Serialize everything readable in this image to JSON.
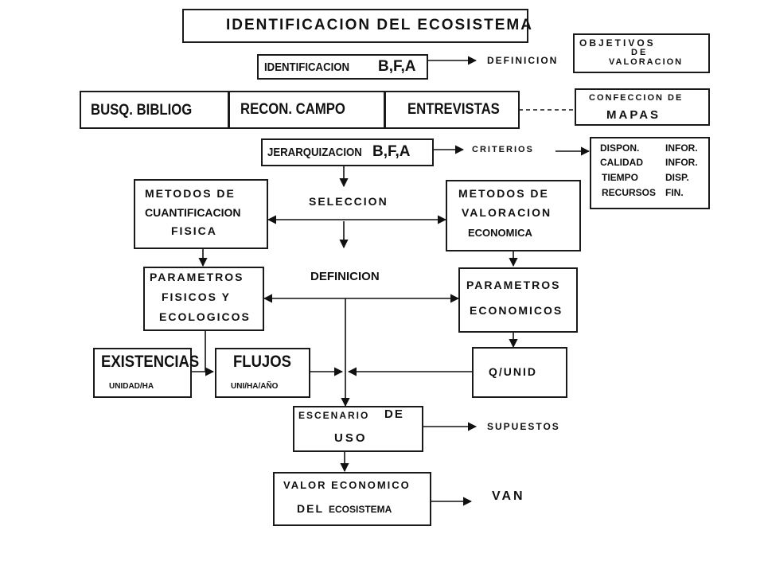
{
  "title": "IDENTIFICACION DEL ECOSISTEMA",
  "objetivos": {
    "line1": "OBJETIVOS",
    "line2": "DE",
    "line3": "VALORACION"
  },
  "identificacion": {
    "label": "IDENTIFICACION",
    "bfa": "B,F,A"
  },
  "definicion_top": "DEFINICION",
  "busq": "BUSQ.  BIBLIOG",
  "recon": "RECON.  CAMPO",
  "entrevistas": "ENTREVISTAS",
  "confeccion": {
    "line1": "CONFECCION  DE",
    "line2": "MAPAS"
  },
  "jerarquizacion": {
    "label": "JERARQUIZACION",
    "bfa": "B,F,A"
  },
  "criterios": "CRITERIOS",
  "criterios_box": {
    "rows": [
      [
        "DISPON.",
        "INFOR."
      ],
      [
        "CALIDAD",
        "INFOR."
      ],
      [
        "TIEMPO",
        "DISP."
      ],
      [
        "RECURSOS",
        "FIN."
      ]
    ]
  },
  "seleccion": "SELECCION",
  "metodos_fisica": {
    "line1": "METODOS  DE",
    "line2": "CUANTIFICACION",
    "line3": "FISICA"
  },
  "metodos_economica": {
    "line1": "METODOS  DE",
    "line2": "VALORACION",
    "line3": "ECONOMICA"
  },
  "definicion_mid": "DEFINICION",
  "parametros_fisicos": {
    "line1": "PARAMETROS",
    "line2": "FISICOS  Y",
    "line3": "ECOLOGICOS"
  },
  "parametros_economicos": {
    "line1": "PARAMETROS",
    "line2": "ECONOMICOS"
  },
  "existencias": {
    "label": "EXISTENCIAS",
    "unit": "UNIDAD/HA"
  },
  "flujos": {
    "label": "FLUJOS",
    "unit": "UNI/HA/AÑO"
  },
  "q_unid": "Q/UNID",
  "escenario": {
    "line1": "ESCENARIO",
    "line1b": "DE",
    "line2": "USO"
  },
  "supuestos": "SUPUESTOS",
  "valor": {
    "line1": "VALOR  ECONOMICO",
    "line2a": "DEL",
    "line2b": "ECOSISTEMA"
  },
  "van": "VAN"
}
